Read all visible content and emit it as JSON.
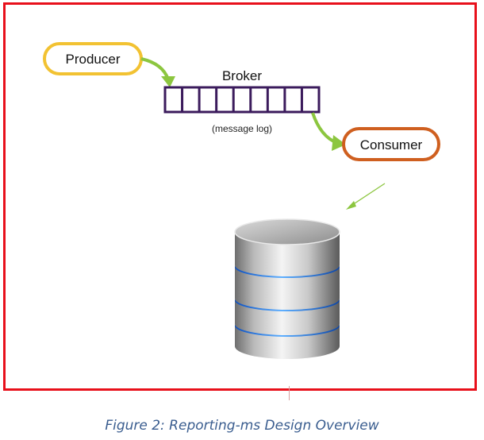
{
  "diagram": {
    "producer_label": "Producer",
    "broker_label": "Broker",
    "log_label": "(message log)",
    "consumer_label": "Consumer",
    "log_cells": 9,
    "colors": {
      "frame": "#e8101b",
      "producer_border": "#f2c232",
      "consumer_border": "#cf5f1f",
      "broker_border": "#3b1b5c",
      "arrow": "#8cc63f",
      "db_ring": "#2a7df0",
      "caption": "#3a5d8f"
    },
    "icons": [
      "database-icon"
    ]
  },
  "caption": "Figure 2: Reporting-ms Design Overview"
}
